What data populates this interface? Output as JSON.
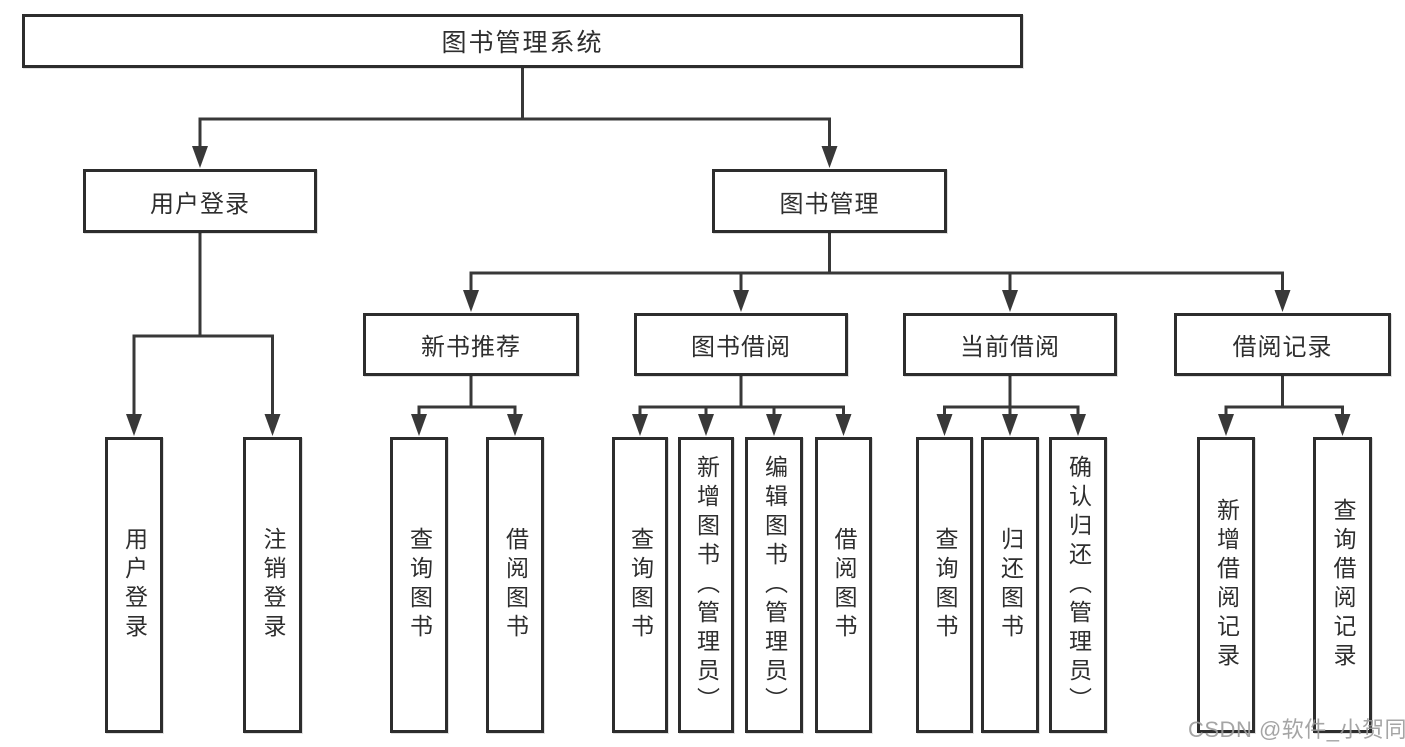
{
  "diagram": {
    "title": "图书管理系统",
    "nodes": [
      {
        "id": "root",
        "label": "图书管理系统",
        "parent": null
      },
      {
        "id": "user-login",
        "label": "用户登录",
        "parent": "root"
      },
      {
        "id": "book-mgmt",
        "label": "图书管理",
        "parent": "root"
      },
      {
        "id": "new-book-rec",
        "label": "新书推荐",
        "parent": "book-mgmt"
      },
      {
        "id": "book-borrow",
        "label": "图书借阅",
        "parent": "book-mgmt"
      },
      {
        "id": "current-borrow",
        "label": "当前借阅",
        "parent": "book-mgmt"
      },
      {
        "id": "borrow-records",
        "label": "借阅记录",
        "parent": "book-mgmt"
      },
      {
        "id": "login",
        "label": "用户登录",
        "parent": "user-login"
      },
      {
        "id": "logout",
        "label": "注销登录",
        "parent": "user-login"
      },
      {
        "id": "rec-query",
        "label": "查询图书",
        "parent": "new-book-rec"
      },
      {
        "id": "rec-borrow",
        "label": "借阅图书",
        "parent": "new-book-rec"
      },
      {
        "id": "bb-query",
        "label": "查询图书",
        "parent": "book-borrow"
      },
      {
        "id": "bb-add",
        "label": "新增图书（管理员）",
        "parent": "book-borrow"
      },
      {
        "id": "bb-edit",
        "label": "编辑图书（管理员）",
        "parent": "book-borrow"
      },
      {
        "id": "bb-borrow",
        "label": "借阅图书",
        "parent": "book-borrow"
      },
      {
        "id": "cb-query",
        "label": "查询图书",
        "parent": "current-borrow"
      },
      {
        "id": "cb-return",
        "label": "归还图书",
        "parent": "current-borrow"
      },
      {
        "id": "cb-confirm",
        "label": "确认归还（管理员）",
        "parent": "current-borrow"
      },
      {
        "id": "br-add",
        "label": "新增借阅记录",
        "parent": "borrow-records"
      },
      {
        "id": "br-query",
        "label": "查询借阅记录",
        "parent": "borrow-records"
      }
    ],
    "colors": {
      "line": "#383838",
      "box_border": "#2d2d2d",
      "text": "#2e2e2e",
      "background": "#ffffff",
      "watermark": "#9c9c9c"
    }
  },
  "watermark": {
    "text": "CSDN @软件_小贺同学"
  }
}
